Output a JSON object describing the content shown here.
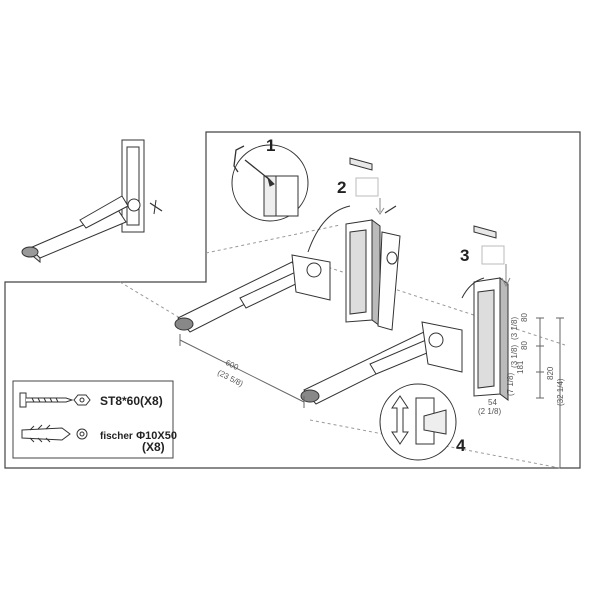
{
  "steps": [
    "1",
    "2",
    "3",
    "4"
  ],
  "parts": {
    "screw": {
      "code": "ST8*60",
      "qty": "(X8)"
    },
    "anchor": {
      "prefix": "fischer",
      "code": "Φ10X50",
      "qty": "(X8)"
    }
  },
  "dimensions": {
    "width": "(23 5/8)",
    "width_mm": "600",
    "d1": "(3 1/8)",
    "d1_mm": "80",
    "d2": "(3 1/8)",
    "d2_mm": "80",
    "d3": "(7 1/8)",
    "d3_mm": "181",
    "total": "(32 1/4)",
    "total_mm": "820",
    "depth": "(2 1/8)",
    "depth_mm": "54"
  },
  "icons": [
    "screw-icon",
    "nut-icon",
    "wall-anchor-icon",
    "washer-icon",
    "allen-key-icon",
    "pen-mark-icon",
    "arrow-down-icon",
    "arrow-up-down-icon"
  ]
}
